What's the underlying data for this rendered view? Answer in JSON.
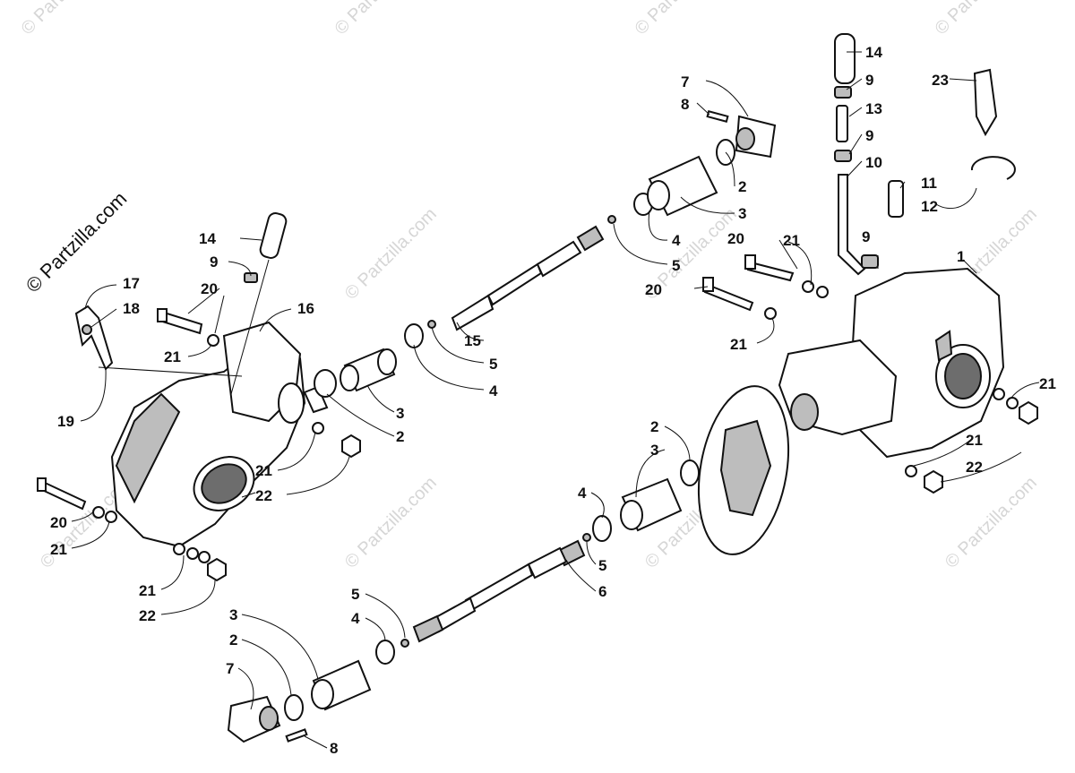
{
  "watermark": {
    "brand_text": "© Partzilla.com"
  },
  "callouts": [
    {
      "id": "c-14a",
      "text": "14"
    },
    {
      "id": "c-9a",
      "text": "9"
    },
    {
      "id": "c-13",
      "text": "13"
    },
    {
      "id": "c-9b",
      "text": "9"
    },
    {
      "id": "c-10",
      "text": "10"
    },
    {
      "id": "c-11",
      "text": "11"
    },
    {
      "id": "c-12",
      "text": "12"
    },
    {
      "id": "c-23",
      "text": "23"
    },
    {
      "id": "c-7a",
      "text": "7"
    },
    {
      "id": "c-8a",
      "text": "8"
    },
    {
      "id": "c-2a",
      "text": "2"
    },
    {
      "id": "c-3a",
      "text": "3"
    },
    {
      "id": "c-4a",
      "text": "4"
    },
    {
      "id": "c-5a",
      "text": "5"
    },
    {
      "id": "c-20a",
      "text": "20"
    },
    {
      "id": "c-21a",
      "text": "21"
    },
    {
      "id": "c-9c",
      "text": "9"
    },
    {
      "id": "c-1",
      "text": "1"
    },
    {
      "id": "c-20b",
      "text": "20"
    },
    {
      "id": "c-21b",
      "text": "21"
    },
    {
      "id": "c-21c",
      "text": "21"
    },
    {
      "id": "c-21d",
      "text": "21"
    },
    {
      "id": "c-22a",
      "text": "22"
    },
    {
      "id": "c-14b",
      "text": "14"
    },
    {
      "id": "c-9d",
      "text": "9"
    },
    {
      "id": "c-20c",
      "text": "20"
    },
    {
      "id": "c-17",
      "text": "17"
    },
    {
      "id": "c-18",
      "text": "18"
    },
    {
      "id": "c-16",
      "text": "16"
    },
    {
      "id": "c-21e",
      "text": "21"
    },
    {
      "id": "c-15",
      "text": "15"
    },
    {
      "id": "c-5b",
      "text": "5"
    },
    {
      "id": "c-4b",
      "text": "4"
    },
    {
      "id": "c-3b",
      "text": "3"
    },
    {
      "id": "c-2b",
      "text": "2"
    },
    {
      "id": "c-19",
      "text": "19"
    },
    {
      "id": "c-21f",
      "text": "21"
    },
    {
      "id": "c-22b",
      "text": "22"
    },
    {
      "id": "c-20d",
      "text": "20"
    },
    {
      "id": "c-21g",
      "text": "21"
    },
    {
      "id": "c-21h",
      "text": "21"
    },
    {
      "id": "c-22c",
      "text": "22"
    },
    {
      "id": "c-2c",
      "text": "2"
    },
    {
      "id": "c-3c",
      "text": "3"
    },
    {
      "id": "c-4c",
      "text": "4"
    },
    {
      "id": "c-5c",
      "text": "5"
    },
    {
      "id": "c-6",
      "text": "6"
    },
    {
      "id": "c-5d",
      "text": "5"
    },
    {
      "id": "c-4d",
      "text": "4"
    },
    {
      "id": "c-3d",
      "text": "3"
    },
    {
      "id": "c-2d",
      "text": "2"
    },
    {
      "id": "c-7b",
      "text": "7"
    },
    {
      "id": "c-8b",
      "text": "8"
    }
  ]
}
